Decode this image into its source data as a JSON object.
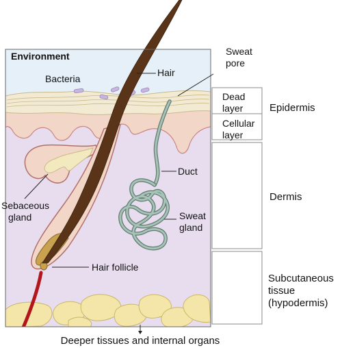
{
  "labels": {
    "environment": "Environment",
    "bacteria": "Bacteria",
    "hair": "Hair",
    "sweat_pore_line1": "Sweat",
    "sweat_pore_line2": "pore",
    "dead_layer_line1": "Dead",
    "dead_layer_line2": "layer",
    "cellular_layer_line1": "Cellular",
    "cellular_layer_line2": "layer",
    "epidermis": "Epidermis",
    "duct": "Duct",
    "dermis": "Dermis",
    "sebaceous_line1": "Sebaceous",
    "sebaceous_line2": "gland",
    "sweat_gland_line1": "Sweat",
    "sweat_gland_line2": "gland",
    "hair_follicle": "Hair follicle",
    "subcutaneous_line1": "Subcutaneous",
    "subcutaneous_line2": "tissue",
    "subcutaneous_line3": "(hypodermis)",
    "deeper": "Deeper tissues and internal organs"
  },
  "colors": {
    "environment_bg": "#e6f0f8",
    "dead_layer": "#f3ead3",
    "cellular_layer": "#f2d7c8",
    "dermis": "#e7ddef",
    "fat": "#f3e6a8",
    "hair": "#5a3418",
    "follicle": "#f0cfbd",
    "sweat_gland": "#8faa9f",
    "bacteria": "#c8b6e0",
    "blood_vessel": "#b2161c"
  }
}
